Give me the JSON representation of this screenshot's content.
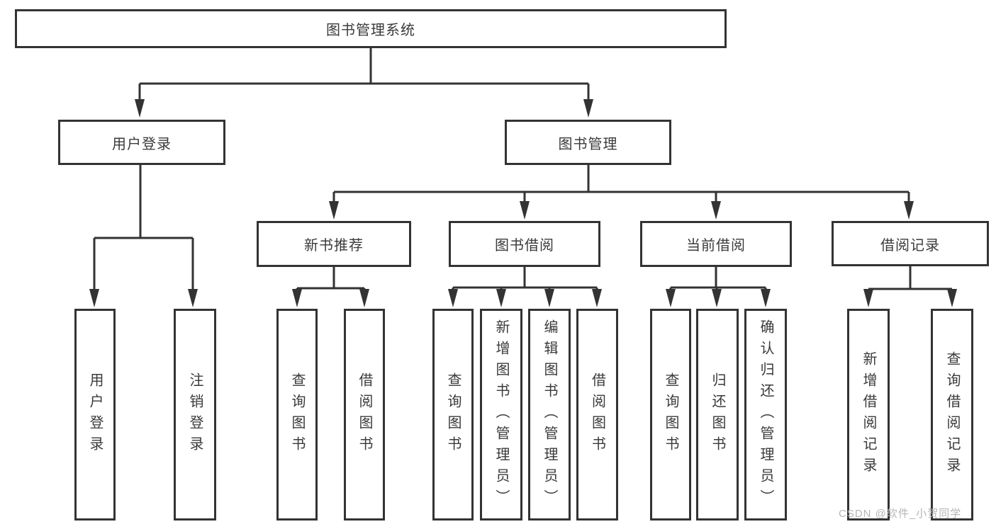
{
  "diagram": {
    "title": "图书管理系统",
    "root": {
      "label": "图书管理系统"
    },
    "level2": [
      {
        "label": "用户登录"
      },
      {
        "label": "图书管理"
      }
    ],
    "level3": [
      {
        "label": "新书推荐",
        "parent": "图书管理"
      },
      {
        "label": "图书借阅",
        "parent": "图书管理"
      },
      {
        "label": "当前借阅",
        "parent": "图书管理"
      },
      {
        "label": "借阅记录",
        "parent": "图书管理"
      }
    ],
    "leaves": [
      {
        "label": "用户登录",
        "parent": "用户登录"
      },
      {
        "label": "注销登录",
        "parent": "用户登录"
      },
      {
        "label": "查询图书",
        "parent": "新书推荐"
      },
      {
        "label": "借阅图书",
        "parent": "新书推荐"
      },
      {
        "label": "查询图书",
        "parent": "图书借阅"
      },
      {
        "label": "新增图书（管理员）",
        "parent": "图书借阅"
      },
      {
        "label": "编辑图书（管理员）",
        "parent": "图书借阅"
      },
      {
        "label": "借阅图书",
        "parent": "图书借阅"
      },
      {
        "label": "查询图书",
        "parent": "当前借阅"
      },
      {
        "label": "归还图书",
        "parent": "当前借阅"
      },
      {
        "label": "确认归还（管理员）",
        "parent": "当前借阅"
      },
      {
        "label": "新增借阅记录",
        "parent": "借阅记录"
      },
      {
        "label": "查询借阅记录",
        "parent": "借阅记录"
      }
    ]
  },
  "watermark": {
    "text": "CSDN @软件_小贺同学"
  },
  "colors": {
    "line": "#333333",
    "text": "#3a3a3a",
    "box_background": "#ffffff",
    "watermark": "#b5b5b5"
  }
}
